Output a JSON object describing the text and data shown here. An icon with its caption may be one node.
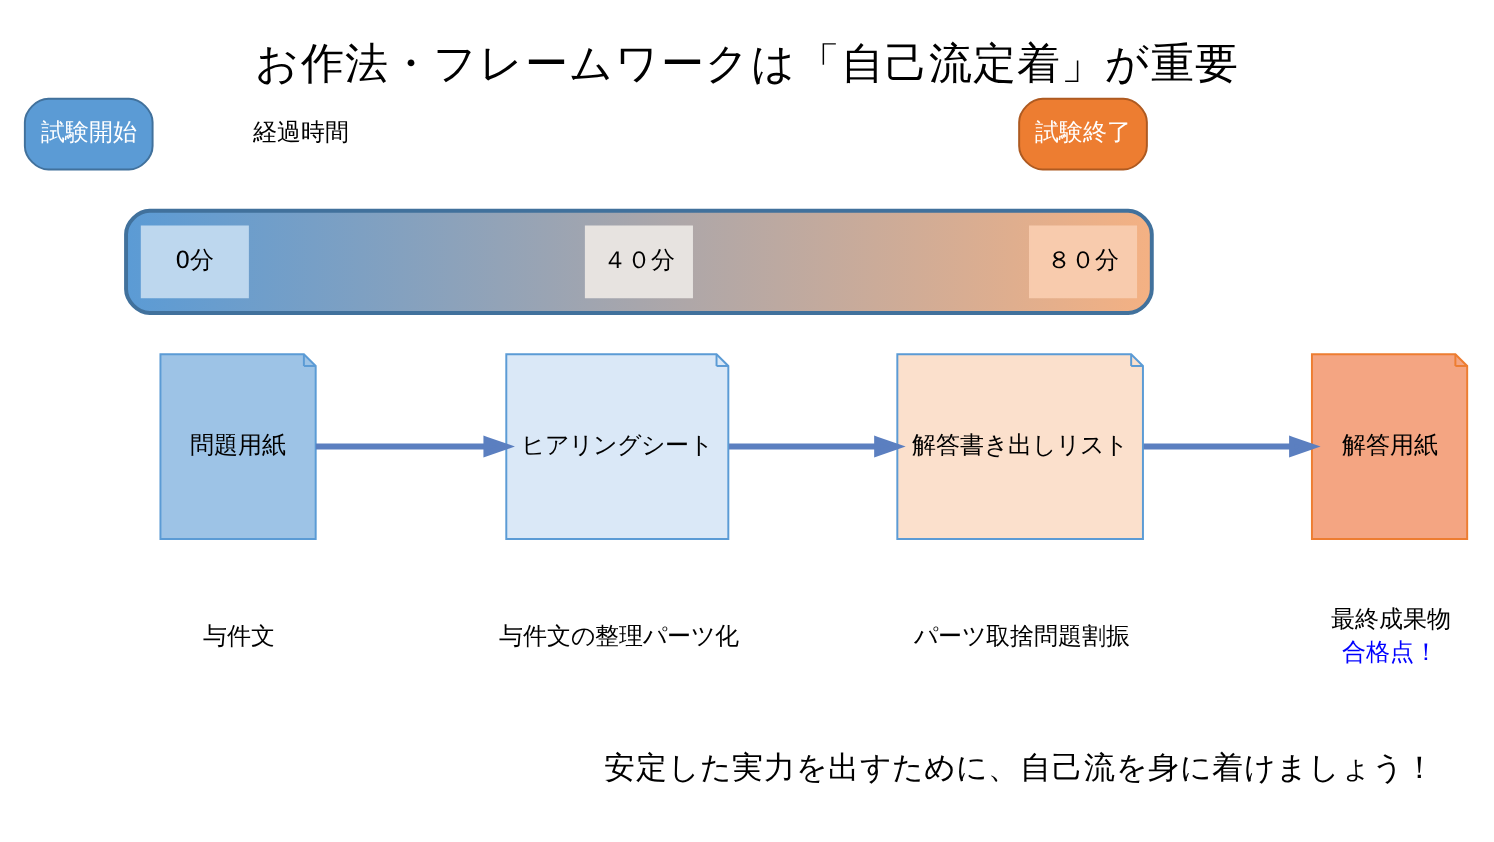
{
  "diagram": {
    "title": "お作法・フレームワークは「自己流定着」が重要",
    "nodes": [
      {
        "text": [
          "試験開始"
        ]
      },
      {
        "text": [
          "試験終了"
        ]
      },
      {
        "text": [],
        "shape": "arrow"
      },
      {
        "text": [
          "0分"
        ],
        "in": 2
      },
      {
        "text": [
          "４０分"
        ],
        "in": 2
      },
      {
        "text": [
          "８０分"
        ],
        "in": 2
      },
      {
        "text": [
          "問題用紙"
        ],
        "beside": [
          "与件文"
        ]
      },
      {
        "text": [
          "ヒアリングシート"
        ],
        "beside": [
          "与件文の整理パーツ化"
        ]
      },
      {
        "text": [
          "解答書き出しリスト"
        ],
        "beside": [
          "パーツ取捨問題割振"
        ]
      },
      {
        "text": [
          "解答用紙"
        ],
        "beside": [
          "最終成果物",
          "合格点！"
        ]
      }
    ],
    "edges": [
      {
        "from": 6,
        "to": 7,
        "arrow": "to"
      },
      {
        "from": 7,
        "to": 8,
        "arrow": "to"
      },
      {
        "from": 8,
        "to": 9,
        "arrow": "to"
      }
    ],
    "labels": [
      "経過時間",
      "安定した実力を出すために、自己流を身に着けましょう！"
    ]
  }
}
